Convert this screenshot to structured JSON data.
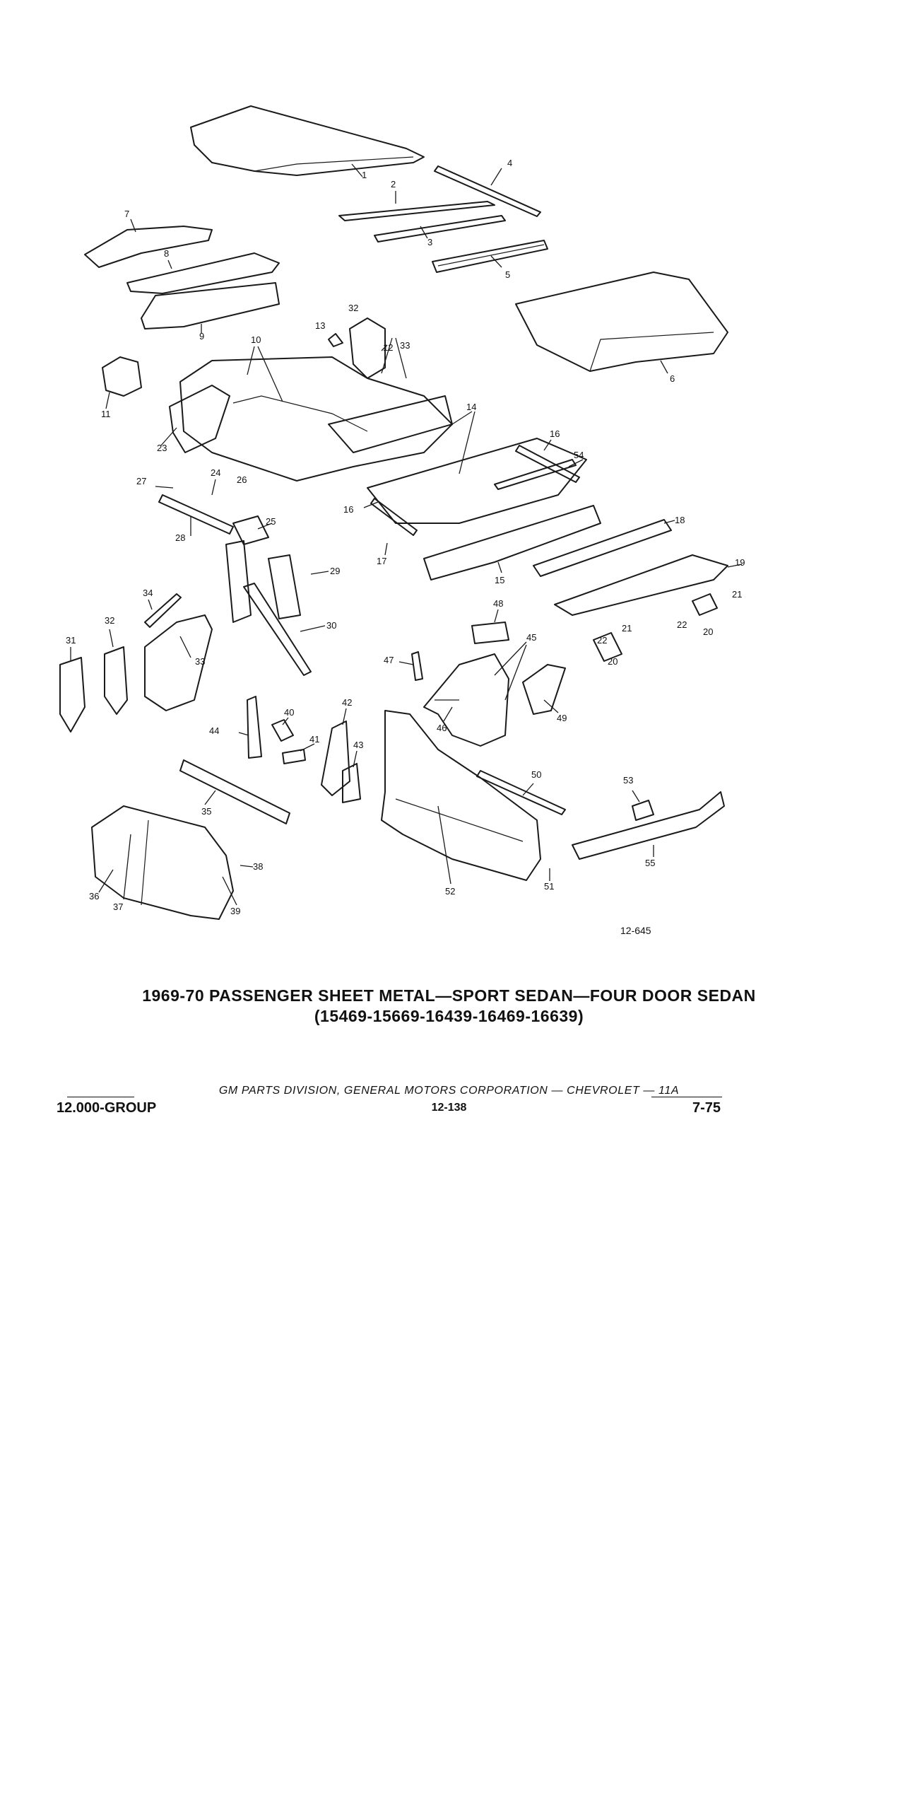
{
  "diagram": {
    "callouts": [
      "1",
      "2",
      "3",
      "4",
      "5",
      "6",
      "7",
      "8",
      "9",
      "10",
      "11",
      "12",
      "13",
      "15",
      "16",
      "16",
      "17",
      "18",
      "19",
      "20",
      "20",
      "21",
      "21",
      "22",
      "22",
      "23",
      "24",
      "25",
      "26",
      "27",
      "28",
      "29",
      "30",
      "31",
      "32",
      "32",
      "33",
      "33",
      "34",
      "35",
      "36",
      "37",
      "38",
      "39",
      "40",
      "41",
      "42",
      "43",
      "44",
      "45",
      "46",
      "47",
      "48",
      "49",
      "50",
      "51",
      "52",
      "53",
      "54",
      "55",
      "14"
    ],
    "figure_number": "12-645"
  },
  "title": {
    "main": "1969-70 PASSENGER SHEET METAL—SPORT SEDAN—FOUR DOOR SEDAN",
    "models": "(15469-15669-16439-16469-16639)"
  },
  "footer": {
    "credit": "GM PARTS DIVISION, GENERAL MOTORS CORPORATION — CHEVROLET — 11A",
    "group": "12.000-GROUP",
    "page": "12-138",
    "date": "7-75"
  }
}
